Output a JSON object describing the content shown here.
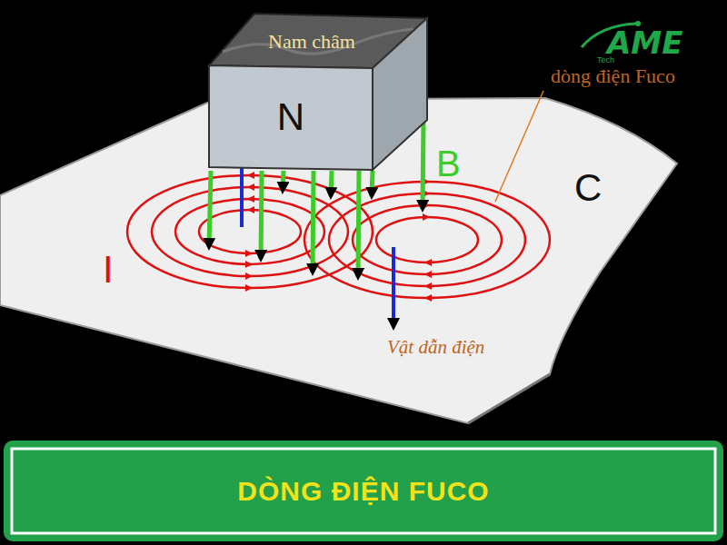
{
  "diagram": {
    "nodes": [
      {
        "text": [
          "Nam châm",
          "N"
        ]
      },
      {
        "text": [
          "DÒNG ĐIỆN FUCO"
        ]
      }
    ],
    "labels": [
      "AME",
      "Tech",
      "dòng điện Fuco",
      "B",
      "C",
      "I",
      "Vật dẫn điện"
    ]
  }
}
